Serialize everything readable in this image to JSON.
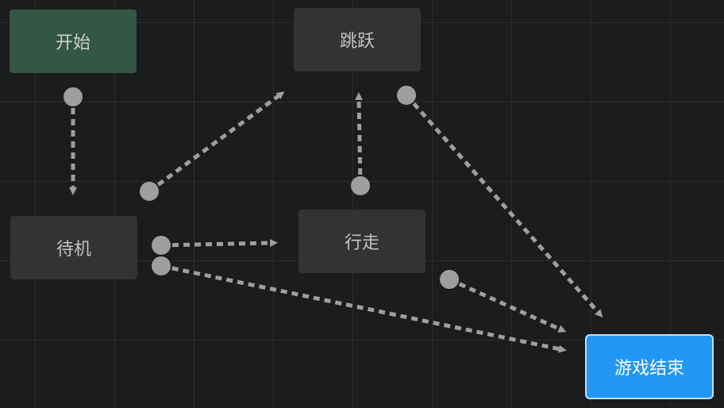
{
  "nodes": {
    "start": {
      "label": "开始"
    },
    "jump": {
      "label": "跳跃"
    },
    "idle": {
      "label": "待机"
    },
    "walk": {
      "label": "行走"
    },
    "end": {
      "label": "游戏结束"
    }
  },
  "edges": [
    {
      "from": "start",
      "to": "idle"
    },
    {
      "from": "idle",
      "to": "jump"
    },
    {
      "from": "idle",
      "to": "walk"
    },
    {
      "from": "idle",
      "to": "end"
    },
    {
      "from": "walk",
      "to": "jump"
    },
    {
      "from": "walk",
      "to": "end"
    },
    {
      "from": "jump",
      "to": "end"
    }
  ],
  "colors": {
    "background": "#1b1c1e",
    "grid": "#2c2d30",
    "node": "#333334",
    "start_node": "#345644",
    "end_node": "#2196f3",
    "end_border": "#bfe0ff",
    "edge": "#9e9e9e"
  }
}
